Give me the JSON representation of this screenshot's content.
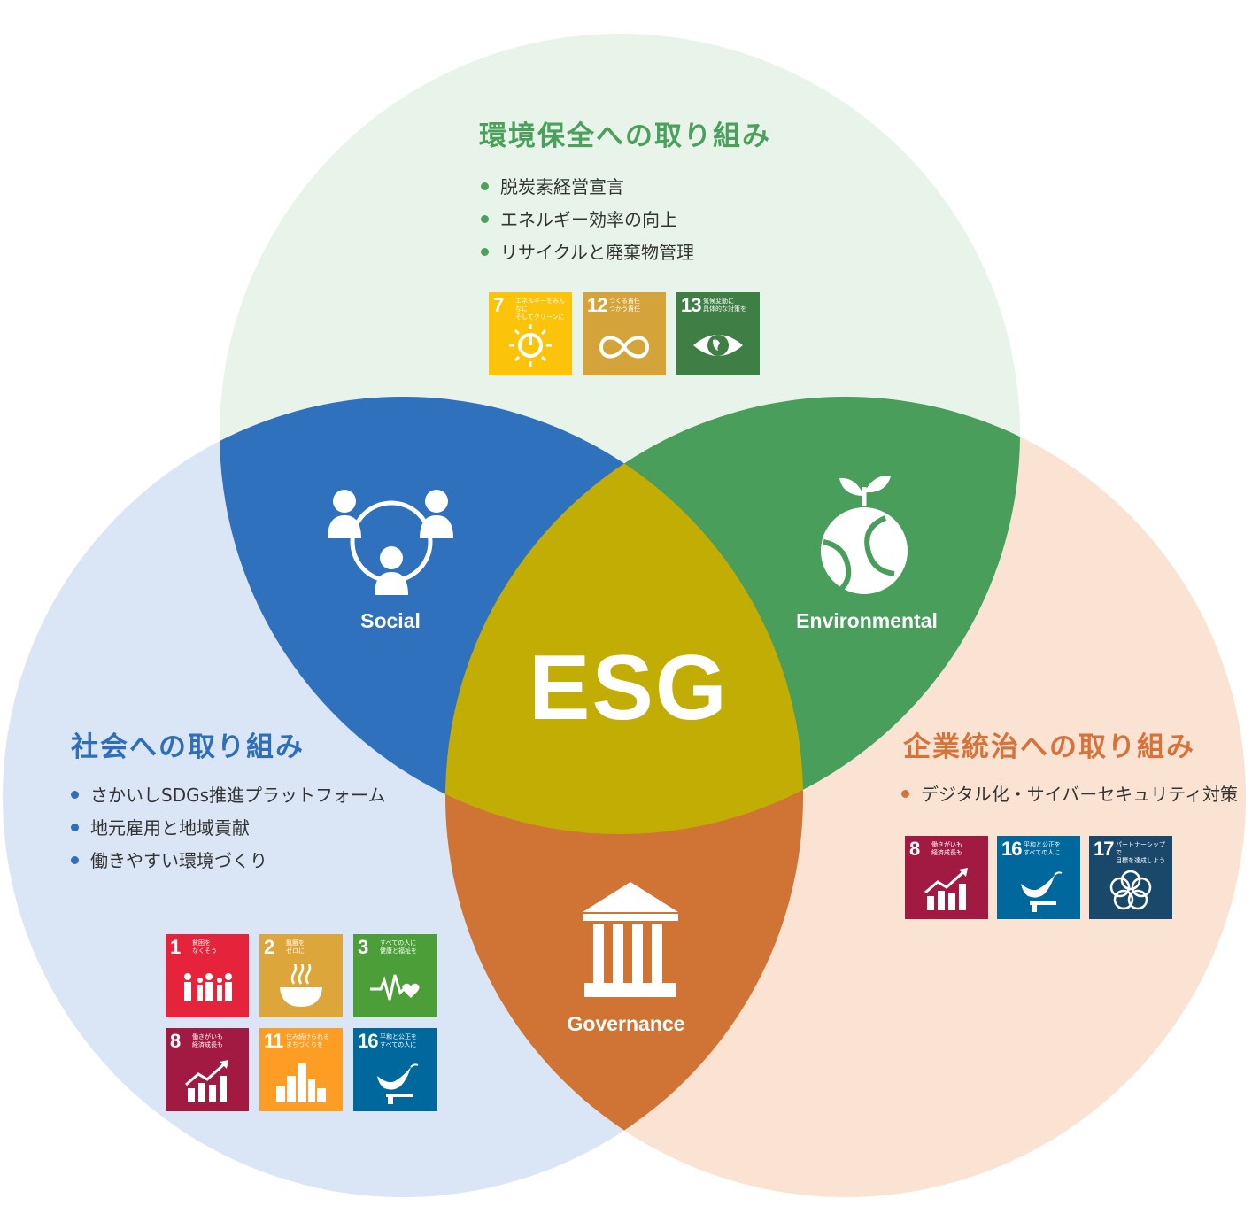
{
  "colors": {
    "env_circle": "#E8F4EA",
    "social_circle": "#DAE6F6",
    "gov_circle": "#FAE3D3",
    "social_segment": "#2F71BC",
    "env_segment": "#489E5A",
    "gov_segment": "#D07436",
    "esg_center": "#C2AD04",
    "env_heading": "#4BA05B",
    "social_heading": "#2F6FB8",
    "gov_heading": "#D5733A"
  },
  "center": {
    "label": "ESG"
  },
  "segments": {
    "social": {
      "label": "Social",
      "icon": "people-network-icon"
    },
    "environmental": {
      "label": "Environmental",
      "icon": "sprouting-globe-icon"
    },
    "governance": {
      "label": "Governance",
      "icon": "government-building-icon"
    }
  },
  "sections": {
    "environment": {
      "heading": "環境保全への取り組み",
      "items": [
        "脱炭素経営宣言",
        "エネルギー効率の向上",
        "リサイクルと廃棄物管理"
      ],
      "sdgs": [
        {
          "number": "7",
          "caption": "エネルギーをみんなに\nそしてクリーンに",
          "color": "#FCC30B",
          "icon": "sun-power-icon"
        },
        {
          "number": "12",
          "caption": "つくる責任\nつかう責任",
          "color": "#D4A33A",
          "icon": "infinity-icon"
        },
        {
          "number": "13",
          "caption": "気候変動に\n具体的な対策を",
          "color": "#3F7E44",
          "icon": "earth-eye-icon"
        }
      ]
    },
    "social": {
      "heading": "社会への取り組み",
      "items": [
        "さかいしSDGs推進プラットフォーム",
        "地元雇用と地域貢献",
        "働きやすい環境づくり"
      ],
      "sdgs": [
        {
          "number": "1",
          "caption": "貧困を\nなくそう",
          "color": "#E5243B",
          "icon": "family-icon"
        },
        {
          "number": "2",
          "caption": "飢餓を\nゼロに",
          "color": "#DDA63A",
          "icon": "bowl-icon"
        },
        {
          "number": "3",
          "caption": "すべての人に\n健康と福祉を",
          "color": "#4C9F38",
          "icon": "heartbeat-icon"
        },
        {
          "number": "8",
          "caption": "働きがいも\n経済成長も",
          "color": "#A21942",
          "icon": "growth-chart-icon"
        },
        {
          "number": "11",
          "caption": "住み続けられる\nまちづくりを",
          "color": "#FD9D24",
          "icon": "city-icon"
        },
        {
          "number": "16",
          "caption": "平和と公正を\nすべての人に",
          "color": "#00689D",
          "icon": "dove-icon"
        }
      ]
    },
    "governance": {
      "heading": "企業統治への取り組み",
      "items": [
        "デジタル化・サイバーセキュリティ対策"
      ],
      "sdgs": [
        {
          "number": "8",
          "caption": "働きがいも\n経済成長も",
          "color": "#A21942",
          "icon": "growth-chart-icon"
        },
        {
          "number": "16",
          "caption": "平和と公正を\nすべての人に",
          "color": "#00689D",
          "icon": "dove-icon"
        },
        {
          "number": "17",
          "caption": "パートナーシップで\n目標を達成しよう",
          "color": "#19486A",
          "icon": "rings-icon"
        }
      ]
    }
  }
}
